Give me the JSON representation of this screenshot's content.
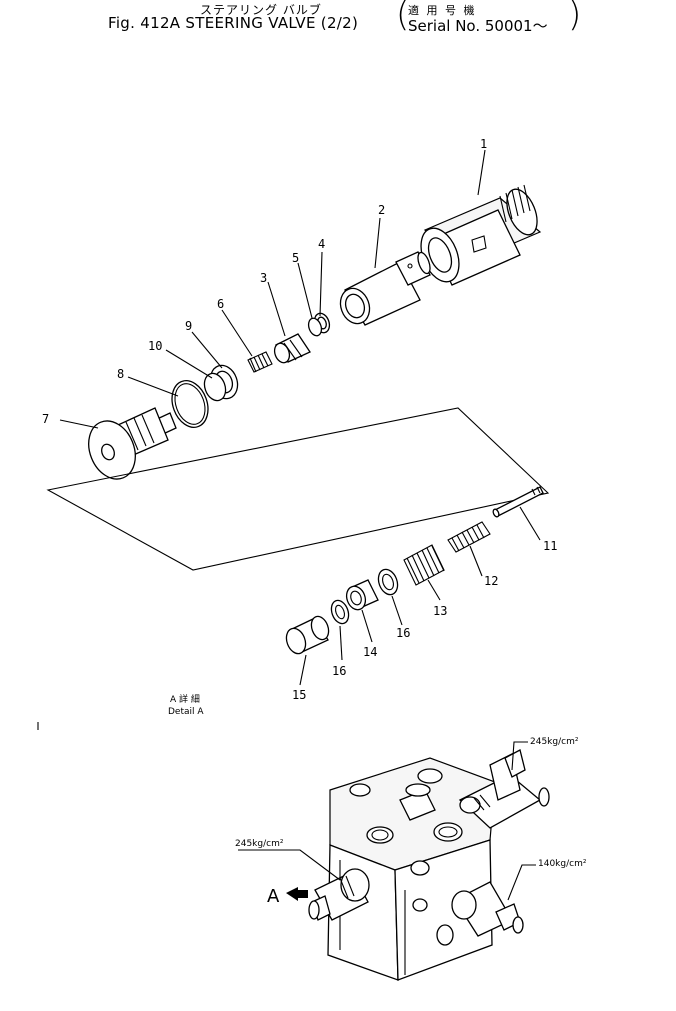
{
  "header": {
    "title_jp": "ステアリング バルブ",
    "title": "Fig. 412A  STEERING  VALVE  (2/2)",
    "serial_jp": "適 用 号 機",
    "serial": "Serial  No. 50001～",
    "paren_open": "(",
    "paren_close": ")"
  },
  "callouts": [
    "1",
    "2",
    "3",
    "4",
    "5",
    "6",
    "7",
    "8",
    "9",
    "10",
    "11",
    "12",
    "13",
    "14",
    "15",
    "16",
    "16"
  ],
  "detail": {
    "jp": "A 詳 細",
    "en": "Detail  A"
  },
  "pressures": {
    "top_right": "245kg/cm²",
    "left": "245kg/cm²",
    "right": "140kg/cm²"
  },
  "view_marker": "A"
}
